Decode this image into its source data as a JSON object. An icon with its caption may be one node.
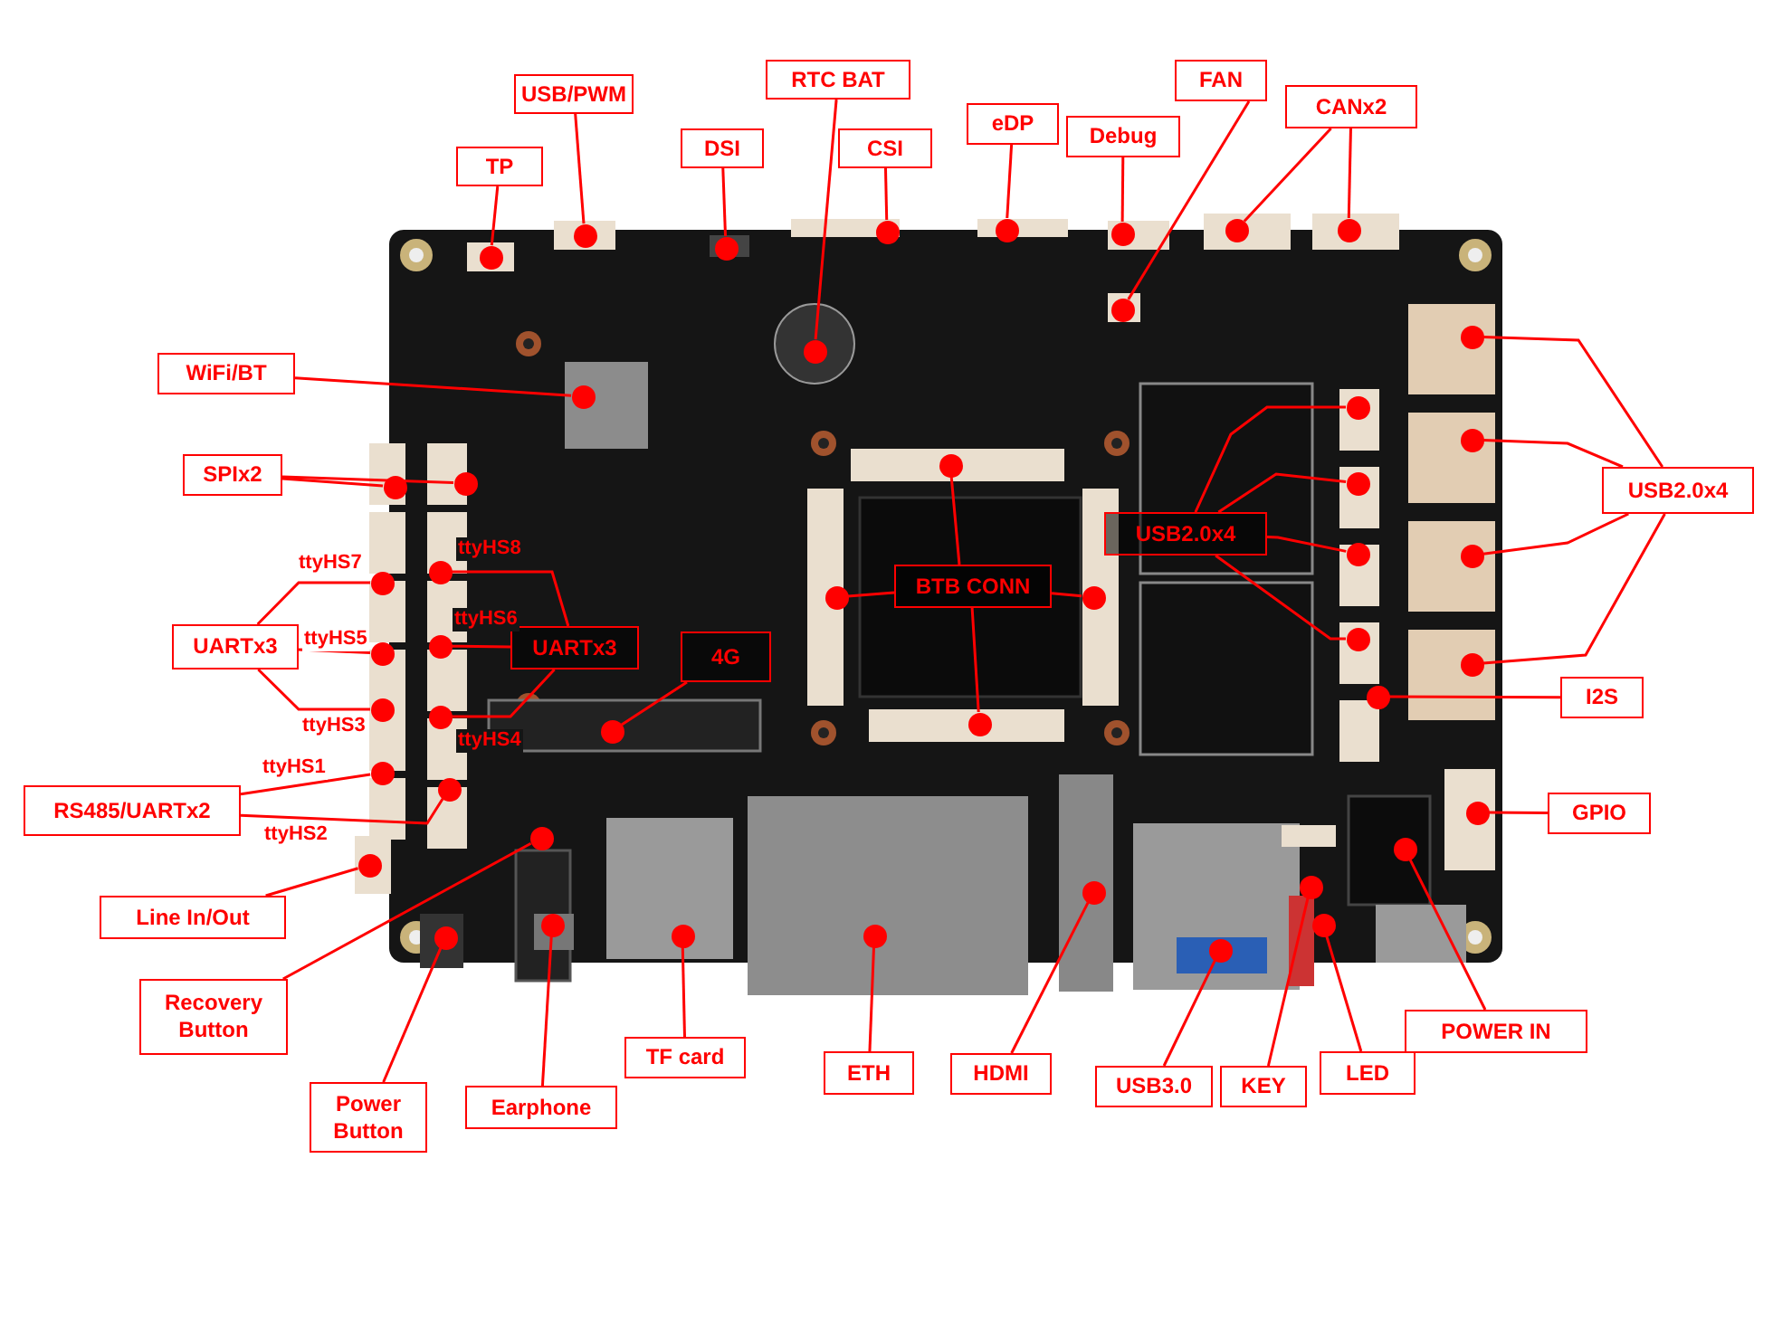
{
  "diagram": {
    "nodes": [
      {
        "text": [
          "TP"
        ]
      },
      {
        "text": [
          "USB/PWM"
        ]
      },
      {
        "text": [
          "DSI"
        ]
      },
      {
        "text": [
          "RTC BAT"
        ]
      },
      {
        "text": [
          "CSI"
        ]
      },
      {
        "text": [
          "eDP"
        ]
      },
      {
        "text": [
          "Debug"
        ]
      },
      {
        "text": [
          "FAN"
        ]
      },
      {
        "text": [
          "CANx2"
        ]
      },
      {
        "text": [
          "WiFi/BT"
        ]
      },
      {
        "text": [
          "SPIx2"
        ]
      },
      {
        "text": [
          "UARTx3"
        ]
      },
      {
        "text": [
          "UARTx3"
        ]
      },
      {
        "text": [
          "4G"
        ]
      },
      {
        "text": [
          "BTB CONN"
        ]
      },
      {
        "text": [
          "USB2.0x4"
        ]
      },
      {
        "text": [
          "USB2.0x4"
        ]
      },
      {
        "text": [
          "I2S"
        ]
      },
      {
        "text": [
          "RS485/UARTx2"
        ]
      },
      {
        "text": [
          "GPIO"
        ]
      },
      {
        "text": [
          "Line In/Out"
        ]
      },
      {
        "text": [
          "Recovery Button"
        ]
      },
      {
        "text": [
          "Power Button"
        ]
      },
      {
        "text": [
          "Earphone"
        ]
      },
      {
        "text": [
          "TF card"
        ]
      },
      {
        "text": [
          "ETH"
        ]
      },
      {
        "text": [
          "HDMI"
        ]
      },
      {
        "text": [
          "USB3.0"
        ]
      },
      {
        "text": [
          "KEY"
        ]
      },
      {
        "text": [
          "LED"
        ]
      },
      {
        "text": [
          "POWER IN"
        ]
      },
      {
        "text": [],
        "shape": "circle"
      },
      {
        "text": [],
        "shape": "circle"
      },
      {
        "text": [],
        "shape": "circle"
      },
      {
        "text": [],
        "shape": "circle"
      },
      {
        "text": [],
        "shape": "circle"
      },
      {
        "text": [],
        "shape": "circle"
      },
      {
        "text": [],
        "shape": "circle"
      },
      {
        "text": [],
        "shape": "circle"
      },
      {
        "text": [],
        "shape": "circle"
      },
      {
        "text": [],
        "shape": "circle"
      },
      {
        "text": [],
        "shape": "circle"
      },
      {
        "text": [],
        "shape": "circle"
      },
      {
        "text": [],
        "shape": "circle"
      },
      {
        "text": [],
        "shape": "circle"
      },
      {
        "text": [],
        "shape": "circle"
      },
      {
        "text": [],
        "shape": "circle"
      },
      {
        "text": [],
        "shape": "circle"
      },
      {
        "text": [],
        "shape": "circle"
      },
      {
        "text": [],
        "shape": "circle"
      },
      {
        "text": [],
        "shape": "circle"
      },
      {
        "text": [],
        "shape": "circle"
      },
      {
        "text": [],
        "shape": "circle"
      },
      {
        "text": [],
        "shape": "circle"
      },
      {
        "text": [],
        "shape": "circle"
      },
      {
        "text": [],
        "shape": "circle"
      },
      {
        "text": [],
        "shape": "circle"
      },
      {
        "text": [],
        "shape": "circle"
      },
      {
        "text": [],
        "shape": "circle"
      },
      {
        "text": [],
        "shape": "circle"
      },
      {
        "text": [],
        "shape": "circle"
      },
      {
        "text": [],
        "shape": "circle"
      },
      {
        "text": [],
        "shape": "circle"
      },
      {
        "text": [],
        "shape": "circle"
      },
      {
        "text": [],
        "shape": "circle"
      },
      {
        "text": [],
        "shape": "circle"
      },
      {
        "text": [],
        "shape": "circle"
      },
      {
        "text": [],
        "shape": "circle"
      },
      {
        "text": [],
        "shape": "circle"
      },
      {
        "text": [],
        "shape": "circle"
      },
      {
        "text": [],
        "shape": "circle"
      },
      {
        "text": [],
        "shape": "circle"
      },
      {
        "text": [],
        "shape": "circle"
      },
      {
        "text": [],
        "shape": "circle"
      },
      {
        "text": [],
        "shape": "circle"
      },
      {
        "text": [],
        "shape": "circle"
      },
      {
        "text": [],
        "shape": "circle"
      },
      {
        "text": [],
        "shape": "circle"
      }
    ],
    "edges": [
      {
        "from": 0,
        "to": 31,
        "arrow": "none"
      },
      {
        "from": 1,
        "to": 32,
        "arrow": "none"
      },
      {
        "from": 2,
        "to": 33,
        "arrow": "none"
      },
      {
        "from": 3,
        "to": 34,
        "arrow": "none"
      },
      {
        "from": 4,
        "to": 35,
        "arrow": "none"
      },
      {
        "from": 5,
        "to": 36,
        "arrow": "none"
      },
      {
        "from": 6,
        "to": 37,
        "arrow": "none"
      },
      {
        "from": 7,
        "to": 38,
        "arrow": "none"
      },
      {
        "from": 8,
        "to": 39,
        "arrow": "none"
      },
      {
        "from": 8,
        "to": 40,
        "arrow": "none"
      },
      {
        "from": 9,
        "to": 41,
        "arrow": "none"
      },
      {
        "from": 10,
        "to": 42,
        "arrow": "none"
      },
      {
        "from": 10,
        "to": 43,
        "arrow": "none"
      },
      {
        "from": 11,
        "to": 44,
        "arrow": "none",
        "label": "ttyHS7"
      },
      {
        "from": 11,
        "to": 45,
        "arrow": "none",
        "label": "ttyHS5"
      },
      {
        "from": 11,
        "to": 46,
        "arrow": "none",
        "label": "ttyHS3"
      },
      {
        "from": 12,
        "to": 47,
        "arrow": "none",
        "label": "ttyHS8"
      },
      {
        "from": 12,
        "to": 48,
        "arrow": "none",
        "label": "ttyHS6"
      },
      {
        "from": 12,
        "to": 49,
        "arrow": "none",
        "label": "ttyHS4"
      },
      {
        "from": 13,
        "to": 50,
        "arrow": "none"
      },
      {
        "from": 14,
        "to": 51,
        "arrow": "none"
      },
      {
        "from": 14,
        "to": 52,
        "arrow": "none"
      },
      {
        "from": 14,
        "to": 53,
        "arrow": "none"
      },
      {
        "from": 14,
        "to": 54,
        "arrow": "none"
      },
      {
        "from": 15,
        "to": 55,
        "arrow": "none"
      },
      {
        "from": 15,
        "to": 56,
        "arrow": "none"
      },
      {
        "from": 15,
        "to": 57,
        "arrow": "none"
      },
      {
        "from": 15,
        "to": 58,
        "arrow": "none"
      },
      {
        "from": 16,
        "to": 59,
        "arrow": "none"
      },
      {
        "from": 16,
        "to": 60,
        "arrow": "none"
      },
      {
        "from": 16,
        "to": 61,
        "arrow": "none"
      },
      {
        "from": 16,
        "to": 62,
        "arrow": "none"
      },
      {
        "from": 17,
        "to": 63,
        "arrow": "none"
      },
      {
        "from": 18,
        "to": 64,
        "arrow": "none",
        "label": "ttyHS1"
      },
      {
        "from": 18,
        "to": 65,
        "arrow": "none",
        "label": "ttyHS2"
      },
      {
        "from": 19,
        "to": 66,
        "arrow": "none"
      },
      {
        "from": 20,
        "to": 67,
        "arrow": "none"
      },
      {
        "from": 21,
        "to": 68,
        "arrow": "none"
      },
      {
        "from": 22,
        "to": 69,
        "arrow": "none"
      },
      {
        "from": 23,
        "to": 70,
        "arrow": "none"
      },
      {
        "from": 24,
        "to": 71,
        "arrow": "none"
      },
      {
        "from": 25,
        "to": 72,
        "arrow": "none"
      },
      {
        "from": 26,
        "to": 73,
        "arrow": "none"
      },
      {
        "from": 27,
        "to": 74,
        "arrow": "none"
      },
      {
        "from": 28,
        "to": 75,
        "arrow": "none"
      },
      {
        "from": 29,
        "to": 76,
        "arrow": "none"
      },
      {
        "from": 30,
        "to": 77,
        "arrow": "none"
      }
    ]
  }
}
